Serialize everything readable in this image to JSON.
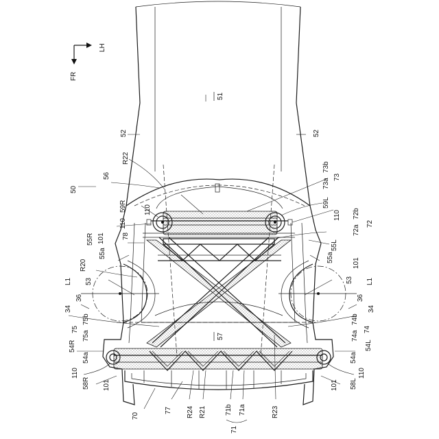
{
  "orientation": {
    "front": "FR",
    "left": "LH"
  },
  "parts": {
    "p51": "51",
    "p52": "52",
    "p50": "50",
    "p56": "56",
    "r22": "R22",
    "p73": "73",
    "p73a": "73a",
    "p73b": "73b",
    "p59r": "59R",
    "p59l": "59L",
    "p110": "110",
    "p72": "72",
    "p72a": "72a",
    "p72b": "72b",
    "p78": "78",
    "p101": "101",
    "p55r": "55R",
    "p55l": "55L",
    "p55a": "55a",
    "r20": "R20",
    "l1": "L1",
    "p53": "53",
    "p36": "36",
    "p34": "34",
    "p75": "75",
    "p75a": "75a",
    "p75b": "75b",
    "p74": "74",
    "p74a": "74a",
    "p74b": "74b",
    "p57": "57",
    "p54r": "54R",
    "p54l": "54L",
    "p54a": "54a",
    "p58r": "58R",
    "p58l": "58L",
    "p70": "70",
    "p77": "77",
    "r24": "R24",
    "r21": "R21",
    "r23": "R23",
    "p71": "71",
    "p71a": "71a",
    "p71b": "71b"
  }
}
